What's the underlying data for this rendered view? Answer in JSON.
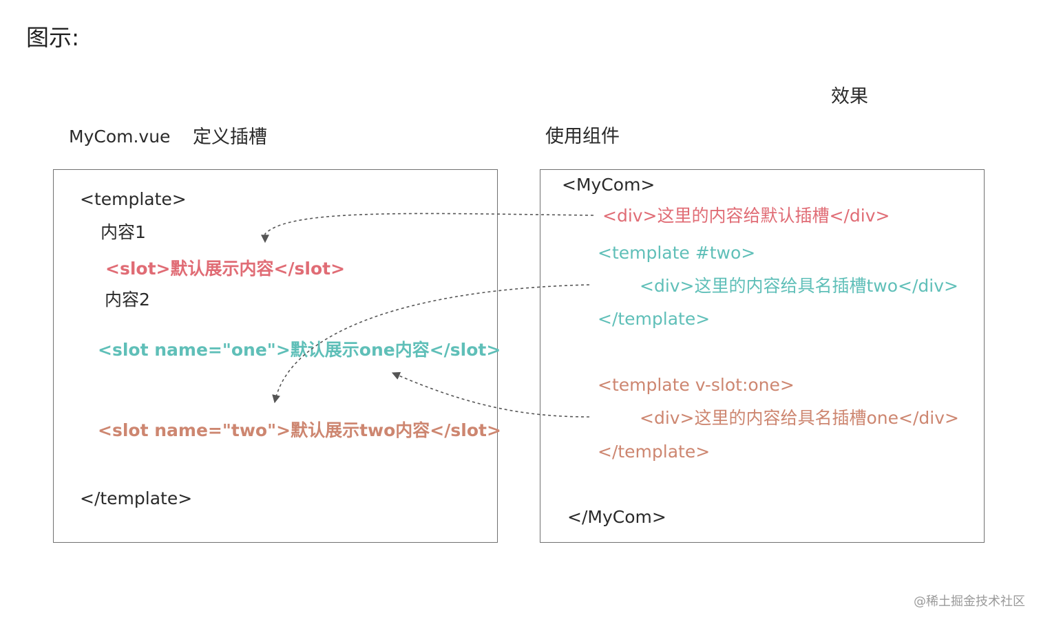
{
  "heading": "图示:",
  "effect_label": "效果",
  "left": {
    "filename": "MyCom.vue",
    "caption": "定义插槽",
    "template_open": "<template>",
    "content1": "内容1",
    "slot_default": "<slot>默认展示内容</slot>",
    "content2": "内容2",
    "slot_one": "<slot name=\"one\">默认展示one内容</slot>",
    "slot_two": "<slot name=\"two\">默认展示two内容</slot>",
    "template_close": "</template>"
  },
  "right": {
    "caption": "使用组件",
    "mycom_open": "<MyCom>",
    "default_div": "<div>这里的内容给默认插槽</div>",
    "tpl_two_open": "<template #two>",
    "two_div": "<div>这里的内容给具名插槽two</div>",
    "tpl_two_close": "</template>",
    "tpl_one_open": "<template v-slot:one>",
    "one_div": "<div>这里的内容给具名插槽one</div>",
    "tpl_one_close": "</template>",
    "mycom_close": "</MyCom>"
  },
  "watermark": "@稀土掘金技术社区",
  "colors": {
    "default_slot": "#e06c75",
    "slot_one": "#5fbfb8",
    "slot_two": "#cd8670",
    "text": "#2a2a2a",
    "border": "#6f6f6f",
    "arrow": "#555555"
  }
}
